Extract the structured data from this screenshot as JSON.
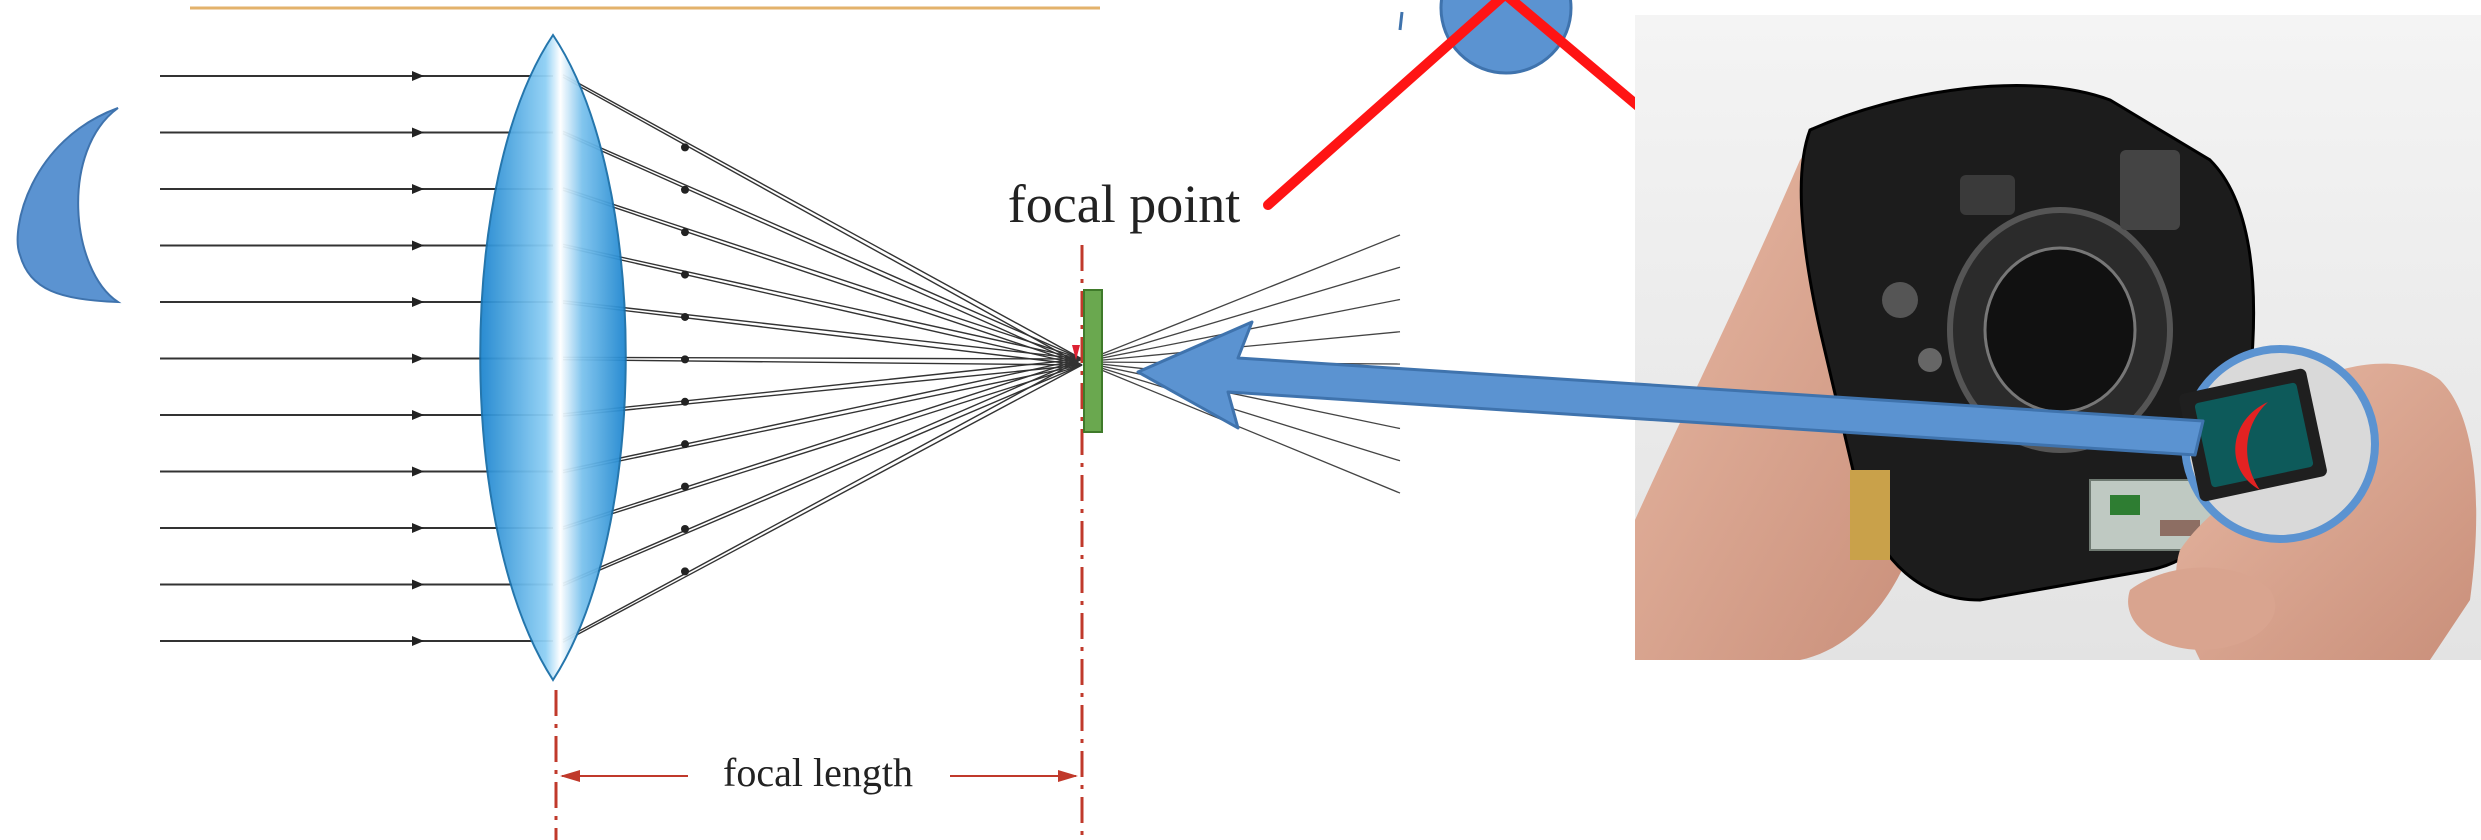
{
  "diagram": {
    "labels": {
      "focal_point": "focal point",
      "focal_length": "focal length"
    },
    "icons": {
      "lens": "lens-icon",
      "moon": "crescent-moon-icon",
      "sensor": "image-sensor-icon",
      "camera": "camera-photo",
      "arrow": "projection-arrow-icon",
      "cross": "cross-mark-icon"
    },
    "colors": {
      "lens_fill": "#4ea8de",
      "moon_fill": "#5b93d1",
      "arrow_fill": "#5b93d1",
      "sensor_fill": "#6aa84f",
      "cross_stroke": "#ff0000",
      "axis_dash": "#c0392b",
      "ray": "#333333",
      "top_rule": "#e3b26b"
    }
  }
}
